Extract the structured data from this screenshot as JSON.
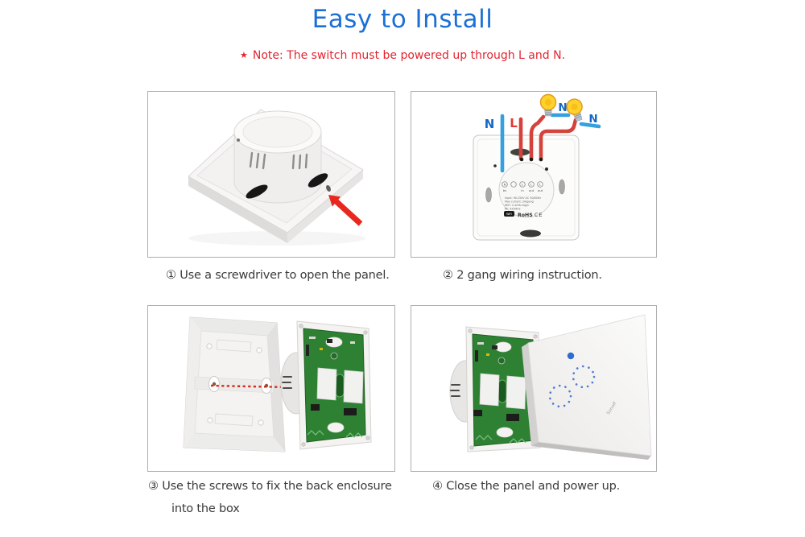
{
  "header": {
    "title": "Easy to Install",
    "note_star": "★",
    "note_text": "Note: The switch must be powered up through L and N."
  },
  "steps": [
    {
      "caption": "① Use a screwdriver to open the panel."
    },
    {
      "caption": "② 2 gang wiring instruction."
    },
    {
      "caption": "③ Use the screws to fix the back enclosure",
      "caption_line2": "into the box"
    },
    {
      "caption": "④ Close the panel and power up."
    }
  ],
  "wiring_diagram": {
    "neutral_in_label": "N",
    "live_in_label": "L",
    "bulb1_neutral_label": "N",
    "bulb2_neutral_label": "N",
    "module": {
      "terminal_symbols": [
        "N",
        "",
        "L",
        "L",
        "L"
      ],
      "terminal_labels": [
        "in",
        "",
        "in",
        "out",
        "out"
      ],
      "spec_lines": [
        "Input: 90-250V AC 50/60Hz",
        "Max current: 2A/gang",
        "WiFi: 2.4GHz b/g/n",
        "RF: 433MHz"
      ],
      "cert_wifi": "WiFi",
      "cert_rohs": "RoHS",
      "cert_ce": "CE"
    }
  },
  "touch_panel": {
    "brand": "Sonoff"
  },
  "colors": {
    "title_blue": "#1c70d5",
    "note_red": "#e32430",
    "wire_blue": "#35a0de",
    "wire_red": "#d4423b",
    "pcb_green": "#2e8133",
    "arrow_red": "#e8281e"
  }
}
